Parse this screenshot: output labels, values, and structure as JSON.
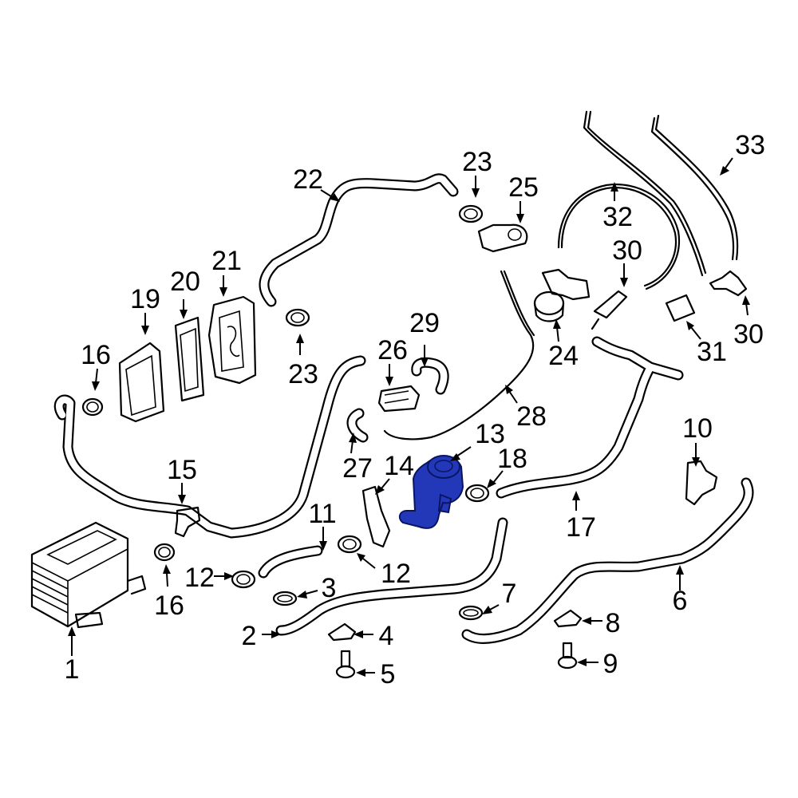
{
  "callouts": [
    {
      "id": "c1",
      "text": "1"
    },
    {
      "id": "c2",
      "text": "2"
    },
    {
      "id": "c3",
      "text": "3"
    },
    {
      "id": "c4",
      "text": "4"
    },
    {
      "id": "c5",
      "text": "5"
    },
    {
      "id": "c6",
      "text": "6"
    },
    {
      "id": "c7",
      "text": "7"
    },
    {
      "id": "c8",
      "text": "8"
    },
    {
      "id": "c9",
      "text": "9"
    },
    {
      "id": "c10",
      "text": "10"
    },
    {
      "id": "c11",
      "text": "11"
    },
    {
      "id": "c12a",
      "text": "12"
    },
    {
      "id": "c12b",
      "text": "12"
    },
    {
      "id": "c13",
      "text": "13"
    },
    {
      "id": "c14",
      "text": "14"
    },
    {
      "id": "c15",
      "text": "15"
    },
    {
      "id": "c16a",
      "text": "16"
    },
    {
      "id": "c16b",
      "text": "16"
    },
    {
      "id": "c17",
      "text": "17"
    },
    {
      "id": "c18",
      "text": "18"
    },
    {
      "id": "c19",
      "text": "19"
    },
    {
      "id": "c20",
      "text": "20"
    },
    {
      "id": "c21",
      "text": "21"
    },
    {
      "id": "c22",
      "text": "22"
    },
    {
      "id": "c23a",
      "text": "23"
    },
    {
      "id": "c23b",
      "text": "23"
    },
    {
      "id": "c24",
      "text": "24"
    },
    {
      "id": "c25",
      "text": "25"
    },
    {
      "id": "c26",
      "text": "26"
    },
    {
      "id": "c27",
      "text": "27"
    },
    {
      "id": "c28",
      "text": "28"
    },
    {
      "id": "c29",
      "text": "29"
    },
    {
      "id": "c30a",
      "text": "30"
    },
    {
      "id": "c30b",
      "text": "30"
    },
    {
      "id": "c31",
      "text": "31"
    },
    {
      "id": "c32",
      "text": "32"
    },
    {
      "id": "c33",
      "text": "33"
    }
  ],
  "colors": {
    "highlight": "#2238b8",
    "line": "#000000",
    "background": "#ffffff"
  }
}
